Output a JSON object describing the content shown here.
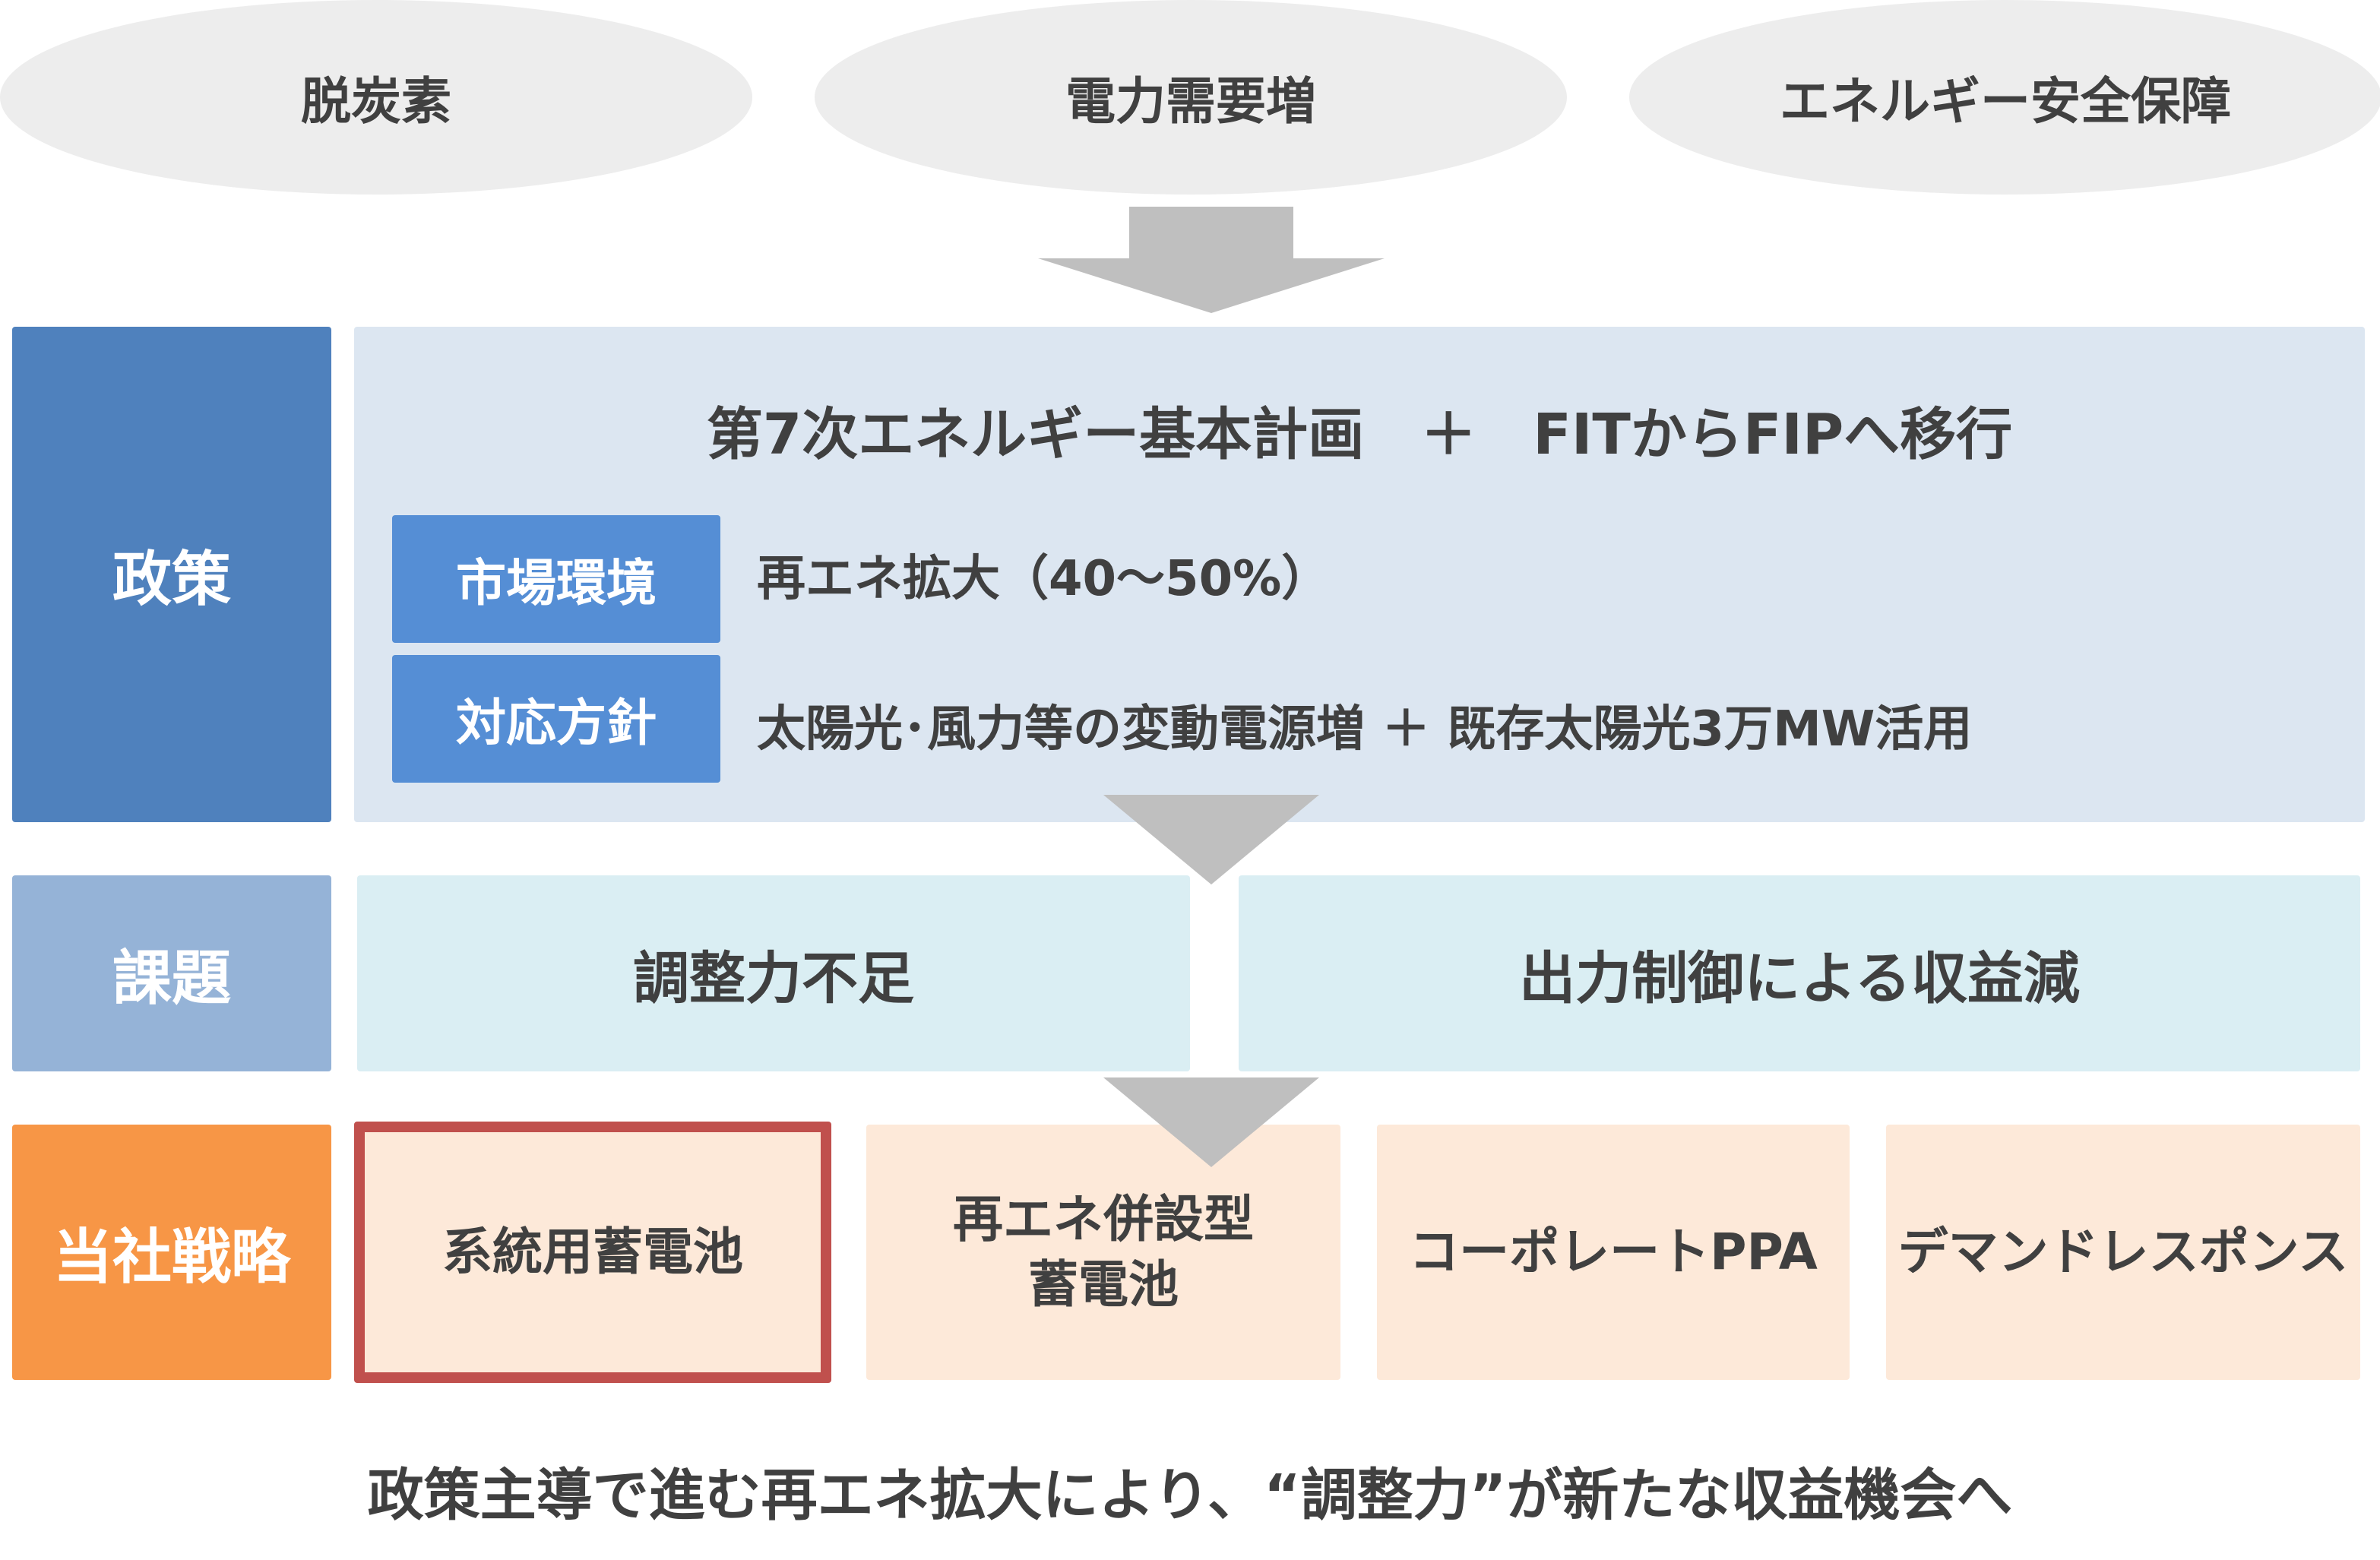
{
  "drivers": [
    "脱炭素",
    "電力需要増",
    "エネルギー安全保障"
  ],
  "policy": {
    "label": "政策",
    "title": "第7次エネルギー基本計画　＋　FITからFIPへ移行",
    "rows": [
      {
        "label": "市場環境",
        "text": "再エネ拡大（40～50%）"
      },
      {
        "label": "対応方針",
        "text": "太陽光･風力等の変動電源増 ＋ 既存太陽光3万MW活用"
      }
    ]
  },
  "issues": {
    "label": "課題",
    "items": [
      "調整力不足",
      "出力制御による収益減"
    ]
  },
  "strategy": {
    "label": "当社戦略",
    "items": [
      "系統用蓄電池",
      "再エネ併設型\n蓄電池",
      "コーポレートPPA",
      "デマンドレスポンス"
    ],
    "highlighted_index": 0
  },
  "conclusion": "政策主導で進む再エネ拡大により、“調整力”が新たな収益機会へ",
  "colors": {
    "policy": "#4F81BD",
    "policy_bg": "#DCE6F1",
    "sub": "#558ED5",
    "issues": "#95B3D7",
    "issues_bg": "#DAEEF3",
    "strategy": "#F79646",
    "strategy_bg": "#FDE9D9",
    "highlight": "#C0504D",
    "arrow": "#BFBFBF"
  }
}
